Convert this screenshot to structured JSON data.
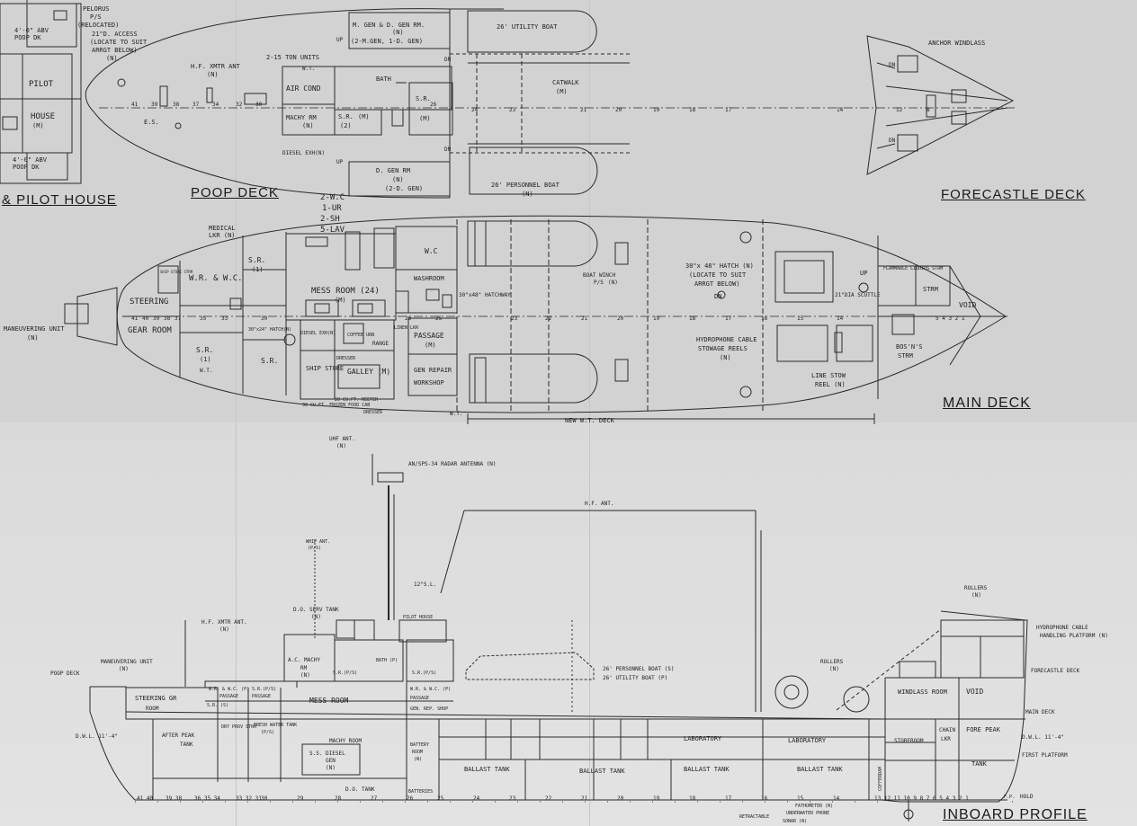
{
  "titles": {
    "pilot_house": "& PILOT HOUSE",
    "poop_deck": "POOP DECK",
    "forecastle_deck": "FORECASTLE DECK",
    "main_deck": "MAIN DECK",
    "inboard_profile": "INBOARD PROFILE"
  },
  "pilot": {
    "pelorus": "PELORUS",
    "pelorus2": "P/S",
    "pelorus3": "(RELOCATED)",
    "abv1": "4'-0\" ABV",
    "abv1b": "POOP DK",
    "abv2": "4'-0\" ABV",
    "abv2b": "POOP DK",
    "pilot": "PILOT",
    "house": "HOUSE",
    "m": "(M)"
  },
  "poop": {
    "access1": "21\"D. ACCESS",
    "access2": "(LOCATE TO SUIT",
    "access3": "ARRGT BELOW)",
    "access4": "(N)",
    "hf": "H.F. XMTR ANT",
    "hf2": "(N)",
    "ton": "2-15 TON UNITS",
    "wt": "W.T.",
    "aircond": "AIR COND",
    "bath": "BATH",
    "machy": "MACHY RM",
    "machy_n": "(N)",
    "sr1": "S.R.",
    "sr1b": "(2)",
    "sr1c": "(M)",
    "sr2": "S.R.",
    "sr2b": "(M)",
    "diesel": "DIESEL EXH(N)",
    "mgen1": "M. GEN & D. GEN RM.",
    "mgen2": "(N)",
    "mgen3": "(2-M.GEN, 1-D. GEN)",
    "dgen1": "D. GEN RM",
    "dgen2": "(N)",
    "dgen3": "(2-D. GEN)",
    "es": "E.S.",
    "up": "UP",
    "dn": "DN",
    "catwalk": "CATWALK",
    "catwalk2": "(M)",
    "utility": "26' UTILITY BOAT",
    "personnel": "26' PERSONNEL BOAT",
    "personnel2": "(N)"
  },
  "forecastle": {
    "windlass": "ANCHOR WINDLASS",
    "dn": "DN"
  },
  "main": {
    "wc1": "2-W.C",
    "wc2": "1-UR",
    "wc3": "2-SH",
    "wc4": "5-LAV",
    "medical1": "MEDICAL",
    "medical2": "LKR (N)",
    "steering": "STEERING",
    "gear": "GEAR ROOM",
    "ship_store_strm": "SHIP STORE STRM",
    "wr": "W.R. & W.C.",
    "sr": "S.R.",
    "sr_n": "(1)",
    "mess": "MESS ROOM (24)",
    "mess_m": "(M)",
    "wc_label": "W.C",
    "washroom": "WASHROOM",
    "hatchway": "30\"x48\" HATCHWAY",
    "passage": "PASSAGE",
    "passage_m": "(M)",
    "gen_repair": "GEN REPAIR",
    "workshop": "WORKSHOP",
    "galley": "GALLEY (M)",
    "ship_store": "SHIP STORE",
    "coffee": "COFFEE URN",
    "range": "RANGE",
    "linen": "LINEN LKR",
    "diesel_exh": "DIESEL EXH(N)",
    "hatch2": "30\"x24\" HATCH(N)",
    "dresser": "DRESSER",
    "frozen": "30 CU.FT. FROZEN FOOD CAB",
    "reefer": "20 CU.FT. REEFER",
    "boat_winch": "BOAT WINCH",
    "boat_winch2": "P/S",
    "boat_winch3": "(N)",
    "hatch_big": "30\"x 48\" HATCH (N)",
    "hatch_big2": "(LOCATE TO SUIT",
    "hatch_big3": "ARRGT BELOW)",
    "hydrophone": "HYDROPHONE CABLE",
    "hydrophone2": "STOWAGE REELS",
    "hydrophone3": "(N)",
    "line_stow": "LINE STOW",
    "line_stow2": "REEL (N)",
    "scuttle": "21\"DIA SCUTTLE",
    "flammable": "FLAMMABLE LIQUIDS STRM",
    "strm": "STRM",
    "void": "VOID",
    "bosns": "BOS'N'S",
    "bosns2": "STRM",
    "maneuvering": "MANEUVERING UNIT",
    "maneuvering2": "(N)",
    "new_wt": "NEW W.T. DECK",
    "wt": "W.T.",
    "dn": "DN",
    "up": "UP"
  },
  "profile": {
    "uhf": "UHF ANT.",
    "uhf2": "(N)",
    "radar": "AN/SPS-34 RADAR ANTENNA (N)",
    "hf_ant": "H.F. ANT.",
    "hf_xmtr": "H.F. XMTR ANT.",
    "hf_xmtr2": "(N)",
    "whip": "WHIP ANT.",
    "whip2": "(P/S)",
    "sl": "12\"S.L.",
    "do_serv": "D.O. SERV TANK",
    "do_serv2": "(N)",
    "pilot_house": "PILOT HOUSE",
    "poop_deck": "POOP DECK",
    "maneuvering": "MANEUVERING UNIT",
    "maneuvering2": "(N)",
    "ac_machy": "A.C. MACHY",
    "ac_machy2": "RM",
    "ac_machy3": "(N)",
    "steering_gr": "STEERING GR",
    "room": "ROOM",
    "wr_wc": "W.R. & W.C. (P)",
    "sr_s": "S.R. (S)",
    "passage": "PASSAGE",
    "sr_ps": "S.R.(P/S)",
    "mess_room": "MESS ROOM",
    "bath": "BATH (P)",
    "after_peak": "AFTER PEAK",
    "tank": "TANK",
    "dry_prov": "DRY PROV STRM",
    "fresh_water": "FRESH WATER TANK",
    "fresh_water2": "(P/S)",
    "machy_room": "MACHY ROOM",
    "ss_diesel": "S.S. DIESEL",
    "ss_diesel2": "GEN",
    "ss_diesel3": "(N)",
    "battery": "BATTERY",
    "battery2": "ROOM",
    "battery3": "(N)",
    "gen_rep": "GEN. REP. SHOP",
    "personnel": "26' PERSONNEL BOAT (S)",
    "utility": "26' UTILITY BOAT (P)",
    "ballast": "BALLAST TANK",
    "laboratory": "LABORATORY",
    "rollers": "ROLLERS",
    "rollers2": "(N)",
    "hydrophone": "HYDROPHONE CABLE",
    "hydrophone2": "HANDLING PLATFORM (N)",
    "windlass": "WINDLASS ROOM",
    "void": "VOID",
    "forecastle": "FORECASTLE DECK",
    "main_deck": "MAIN DECK",
    "dwl": "D.W.L. 11'-4\"",
    "dwl_aft": "D.W.L. 11'-4\"",
    "first_platform": "FIRST PLATFORM",
    "hold": "HOLD",
    "storeroom": "STOREROOM",
    "chain": "CHAIN",
    "lkr": "LKR",
    "fore_peak": "FORE PEAK",
    "fore_tank": "TANK",
    "cofferdam": "COFFERDAM",
    "fathometer": "FATHOMETER (N)",
    "underwater": "UNDERWATER PHONE",
    "sonar": "SONAR (N)",
    "retractable": "RETRACTABLE",
    "do_tank": "D.O. TANK",
    "batteries": "BATTERIES",
    "fp": "F.P."
  }
}
